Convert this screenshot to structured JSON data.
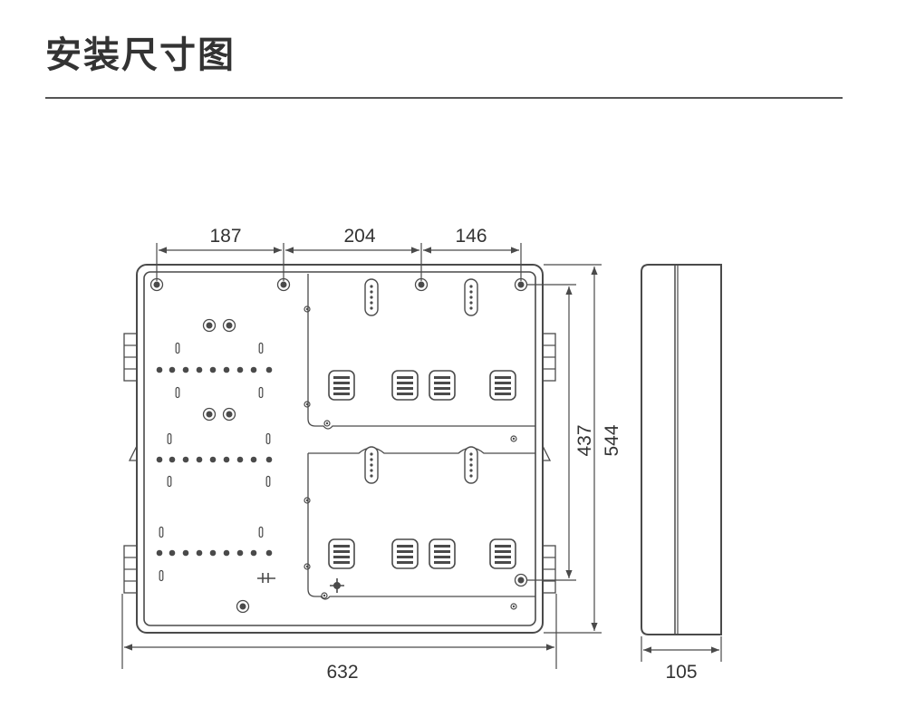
{
  "header": {
    "title": "安装尺寸图"
  },
  "dimensions": {
    "top_1": "187",
    "top_2": "204",
    "top_3": "146",
    "inner_height": "437",
    "total_height": "544",
    "total_width": "632",
    "depth": "105"
  },
  "colors": {
    "line": "#4a4a4a",
    "text": "#333333",
    "background": "#ffffff"
  }
}
